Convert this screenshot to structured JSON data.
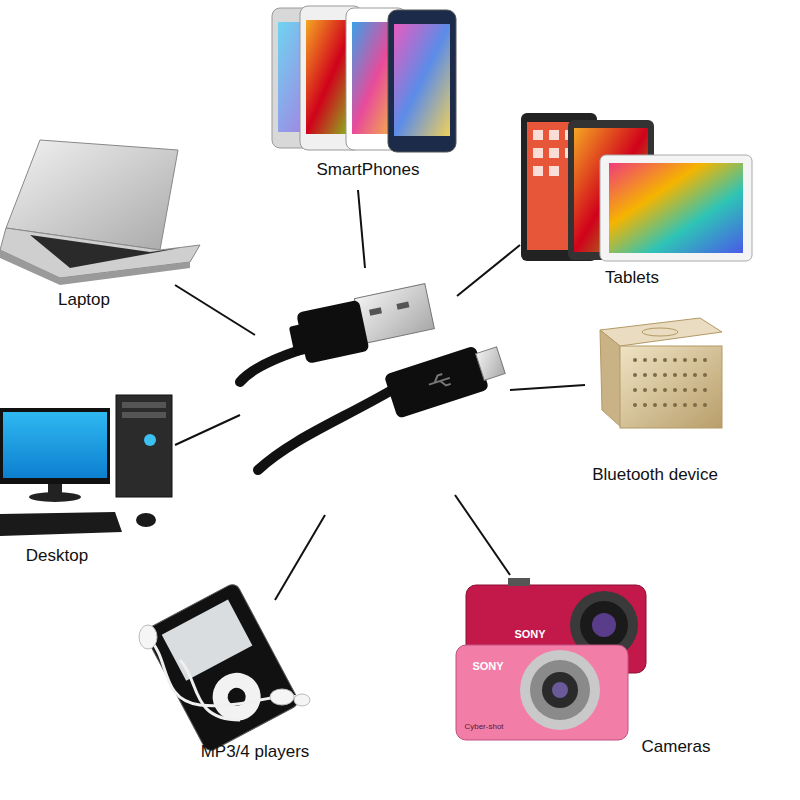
{
  "diagram": {
    "labels": [
      "SmartPhones",
      "Tablets",
      "Laptop",
      "Bluetooth device",
      "Desktop",
      "MP3/4 players",
      "Cameras",
      "SONY",
      "SONY",
      "Cyber-shot"
    ]
  }
}
